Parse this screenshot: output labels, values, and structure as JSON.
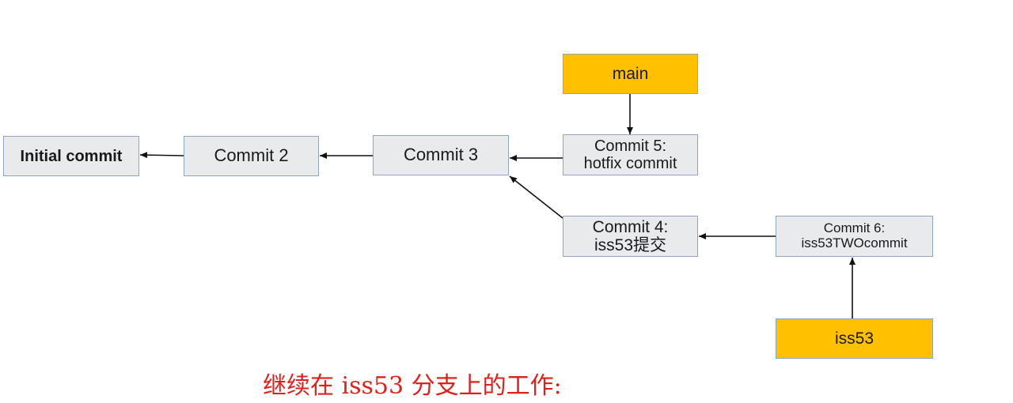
{
  "nodes": {
    "initial": {
      "line1": "Initial commit"
    },
    "commit2": {
      "line1": "Commit 2"
    },
    "commit3": {
      "line1": "Commit 3"
    },
    "commit5": {
      "line1": "Commit 5:",
      "line2": "hotfix commit"
    },
    "commit4": {
      "line1": "Commit 4:",
      "line2": "iss53提交"
    },
    "commit6": {
      "line1": "Commit 6:",
      "line2": "iss53TWOcommit"
    },
    "main": {
      "label": "main"
    },
    "iss53": {
      "label": "iss53"
    }
  },
  "caption": "继续在 iss53 分支上的工作:",
  "colors": {
    "commit_fill": "#e9eaec",
    "branch_fill": "#ffc000",
    "border": "#8fa6c2",
    "caption": "#e0201b"
  }
}
